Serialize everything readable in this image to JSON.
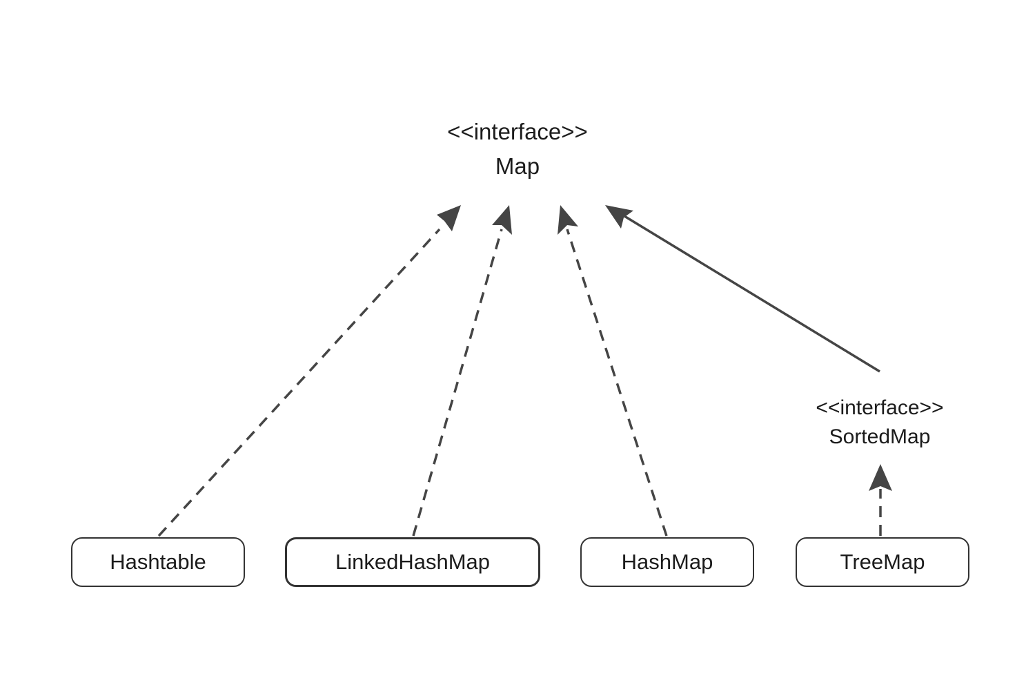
{
  "diagram": {
    "interfaces": [
      {
        "id": "map",
        "stereotype": "<<interface>>",
        "name": "Map"
      },
      {
        "id": "sortedmap",
        "stereotype": "<<interface>>",
        "name": "SortedMap"
      }
    ],
    "classes": [
      {
        "id": "hashtable",
        "name": "Hashtable"
      },
      {
        "id": "linkedhashmap",
        "name": "LinkedHashMap"
      },
      {
        "id": "hashmap",
        "name": "HashMap"
      },
      {
        "id": "treemap",
        "name": "TreeMap"
      }
    ],
    "relations": [
      {
        "from": "hashtable",
        "to": "map",
        "style": "dashed"
      },
      {
        "from": "linkedhashmap",
        "to": "map",
        "style": "dashed"
      },
      {
        "from": "hashmap",
        "to": "map",
        "style": "dashed"
      },
      {
        "from": "sortedmap",
        "to": "map",
        "style": "solid"
      },
      {
        "from": "treemap",
        "to": "sortedmap",
        "style": "dashed"
      }
    ],
    "colors": {
      "line": "#454545",
      "box_border": "#333333",
      "text": "#1c1c1c",
      "background": "#ffffff"
    }
  }
}
